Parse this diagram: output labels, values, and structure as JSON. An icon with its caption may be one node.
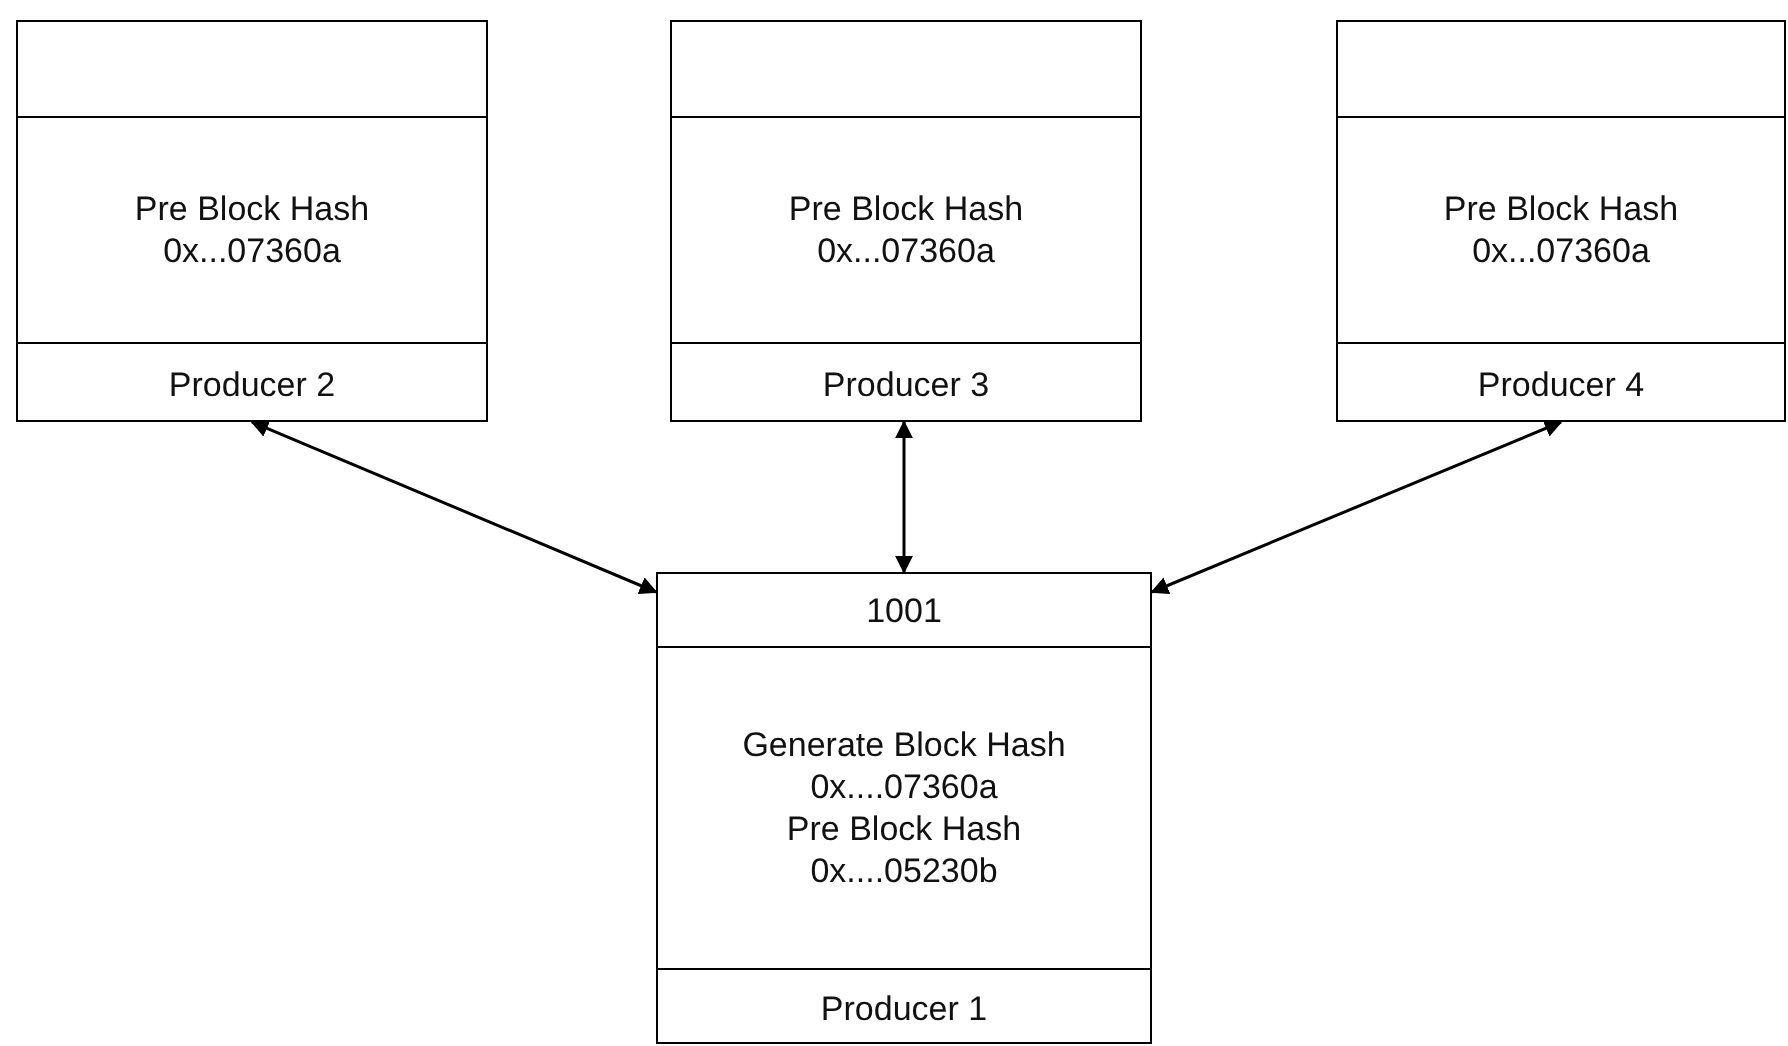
{
  "diagram": {
    "nodes": [
      {
        "text": [
          "Pre Block Hash 0x...07360a",
          "Producer 2"
        ]
      },
      {
        "text": [
          "Pre Block Hash 0x...07360a",
          "Producer 3"
        ]
      },
      {
        "text": [
          "Pre Block Hash 0x...07360a",
          "Producer 4"
        ]
      },
      {
        "text": [
          "1001",
          "Generate Block Hash 0x....07360a",
          "Pre Block Hash 0x....05230b",
          "Producer 1"
        ]
      }
    ],
    "edges": [
      {
        "from": 0,
        "to": 3,
        "arrow": "both"
      },
      {
        "from": 1,
        "to": 3,
        "arrow": "both"
      },
      {
        "from": 2,
        "to": 3,
        "arrow": "both"
      }
    ]
  }
}
